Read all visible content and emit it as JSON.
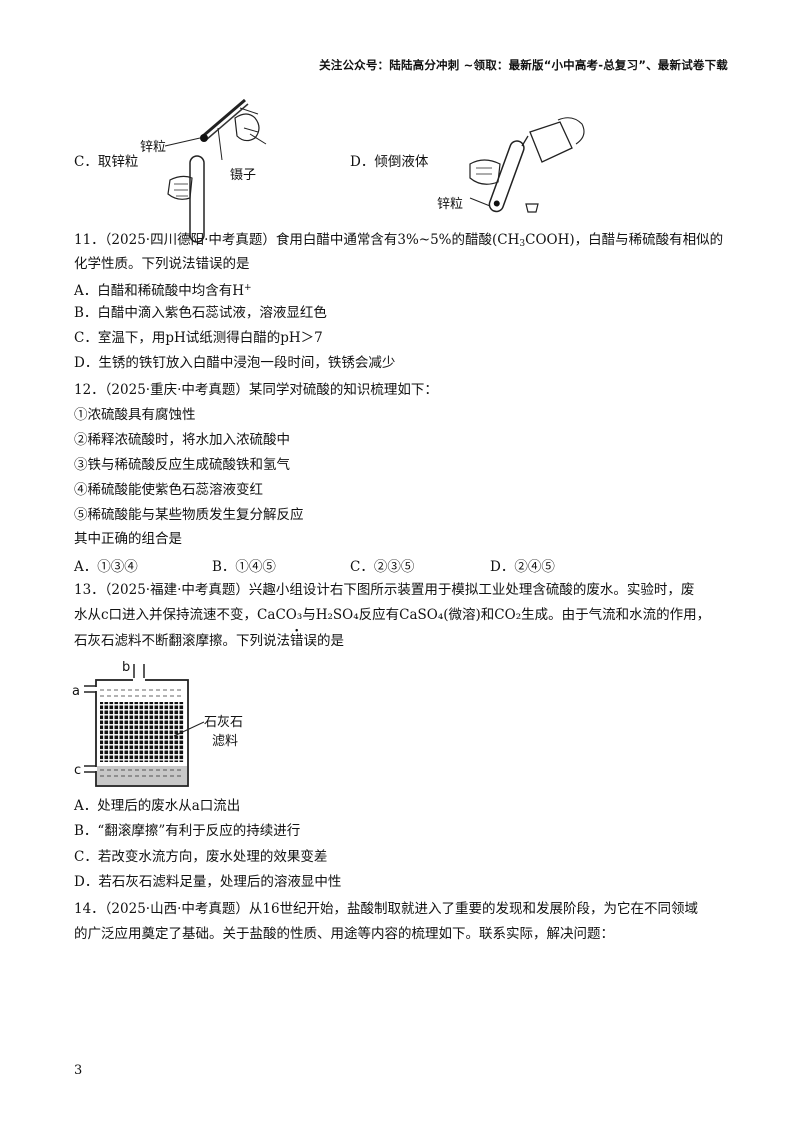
{
  "header": "关注公众号：陆陆高分冲刺 ~领取：最新版“小中高考-总复习”、最新试卷下载",
  "q10": {
    "optC": "C．取锌粒",
    "optD": "D．倾倒液体",
    "label_zinc1": "锌粒",
    "label_tweezers": "镊子",
    "label_zinc2": "锌粒"
  },
  "q11": {
    "line1a": "11．（2025·四川德阳·中考真题）食用白醋中通常含有3%~5%的醋酸(CH",
    "line1b": "COOH)，白醋与稀硫酸有相似的",
    "line2": "化学性质。下列说法错误的是",
    "optA": "A．白醋和稀硫酸中均含有H",
    "optB": "B．白醋中滴入紫色石蕊试液，溶液显红色",
    "optC": "C．室温下，用pH试纸测得白醋的pH＞7",
    "optD": "D．生锈的铁钉放入白醋中浸泡一段时间，铁锈会减少"
  },
  "q12": {
    "stem": "12．（2025·重庆·中考真题）某同学对硫酸的知识梳理如下：",
    "items": [
      "①浓硫酸具有腐蚀性",
      "②稀释浓硫酸时，将水加入浓硫酸中",
      "③铁与稀硫酸反应生成硫酸铁和氢气",
      "④稀硫酸能使紫色石蕊溶液变红",
      "⑤稀硫酸能与某些物质发生复分解反应"
    ],
    "prompt": "其中正确的组合是",
    "optA": "A．①③④",
    "optB": "B．①④⑤",
    "optC": "C．②③⑤",
    "optD": "D．②④⑤"
  },
  "q13": {
    "line1": "13．（2025·福建·中考真题）兴趣小组设计右下图所示装置用于模拟工业处理含硫酸的废水。实验时，废",
    "line2": "水从c口进入并保持流速不变，CaCO₃与H₂SO₄反应有CaSO₄(微溶)和CO₂生成。由于气流和水流的作用，",
    "line3a": "石灰石滤料不断翻滚摩擦。下列说法",
    "line3b": "错",
    "line3c": "误的是",
    "label_a": "a",
    "label_b": "b",
    "label_c": "c",
    "label_filter1": "石灰石",
    "label_filter2": "滤料",
    "optA": "A．处理后的废水从a口流出",
    "optB": "B．“翻滚摩擦”有利于反应的持续进行",
    "optC": "C．若改变水流方向，废水处理的效果变差",
    "optD": "D．若石灰石滤料足量，处理后的溶液显中性"
  },
  "q14": {
    "line1": "14．（2025·山西·中考真题）从16世纪开始，盐酸制取就进入了重要的发现和发展阶段，为它在不同领域",
    "line2": "的广泛应用奠定了基础。关于盐酸的性质、用途等内容的梳理如下。联系实际，解决问题："
  },
  "page_number": "3"
}
